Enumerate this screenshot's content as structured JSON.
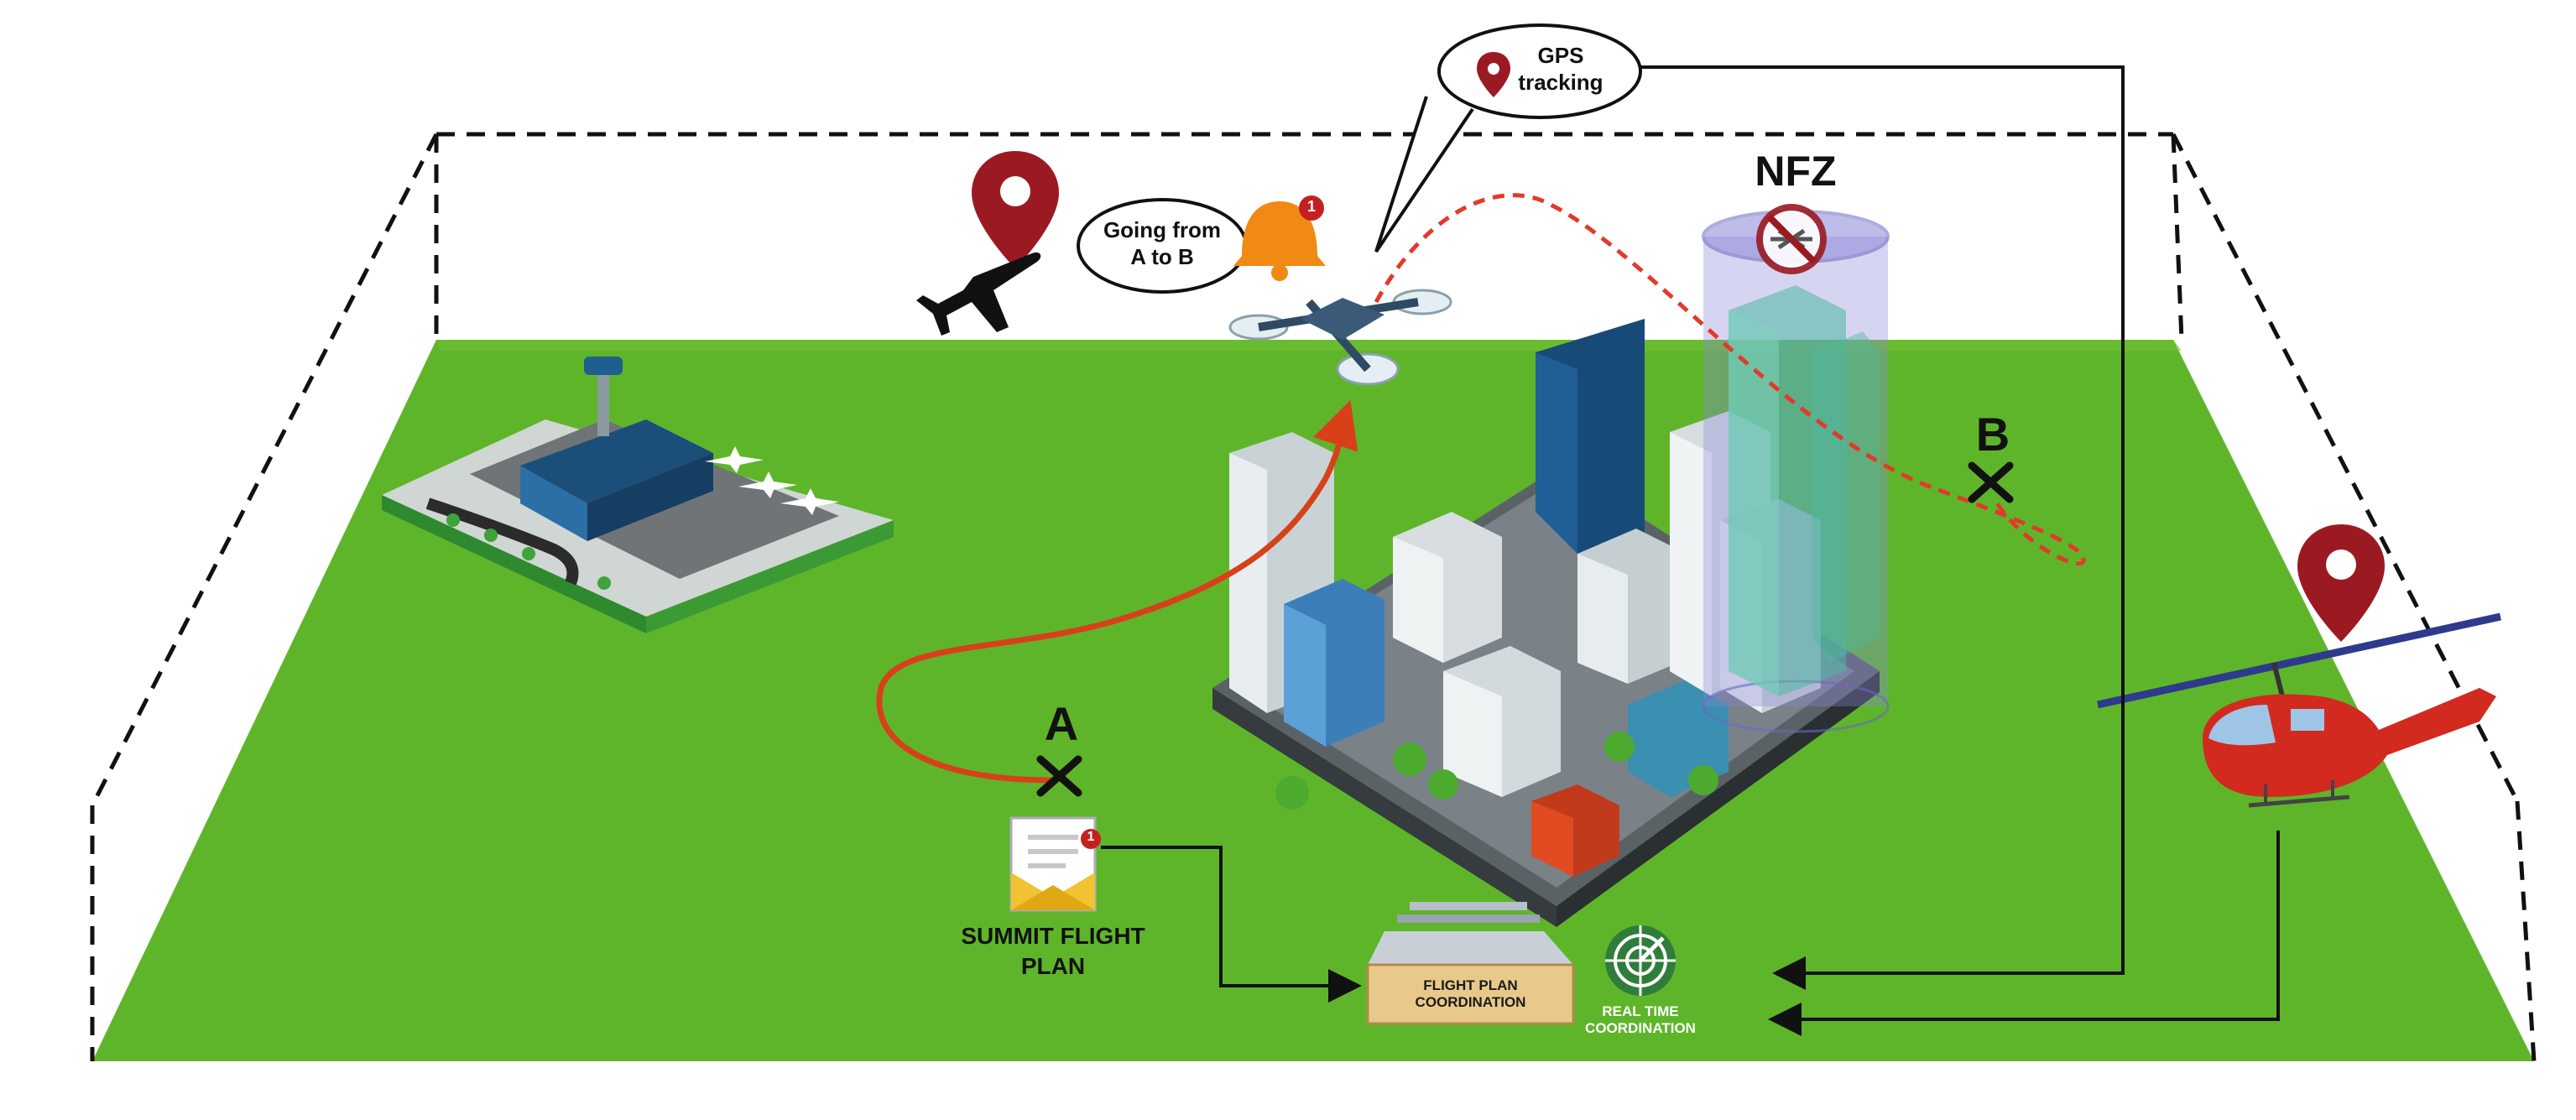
{
  "labels": {
    "gps_tracking": "GPS\ntracking",
    "going_from": "Going from\nA to B",
    "nfz": "NFZ",
    "point_a": "A",
    "point_b": "B",
    "submit_plan": "SUMMIT FLIGHT\nPLAN",
    "flight_plan_coordination": "FLIGHT PLAN\nCOORDINATION",
    "real_time_coordination": "REAL TIME\nCOORDINATION"
  },
  "badges": {
    "alert_count": "1",
    "mail_count": "1"
  },
  "colors": {
    "ground": "#5fb52a",
    "pin": "#9b1a22",
    "route_solid": "#d8401a",
    "route_dashed": "#e23a2a",
    "nfz_zone": "#8a86d8",
    "helicopter": "#d22a1f"
  },
  "icons": [
    "location-pin-icon",
    "airplane-icon",
    "bell-icon",
    "drone-icon",
    "no-drone-icon",
    "envelope-icon",
    "radar-icon",
    "tray-icon",
    "helicopter-icon",
    "airport-icon",
    "city-icon"
  ]
}
